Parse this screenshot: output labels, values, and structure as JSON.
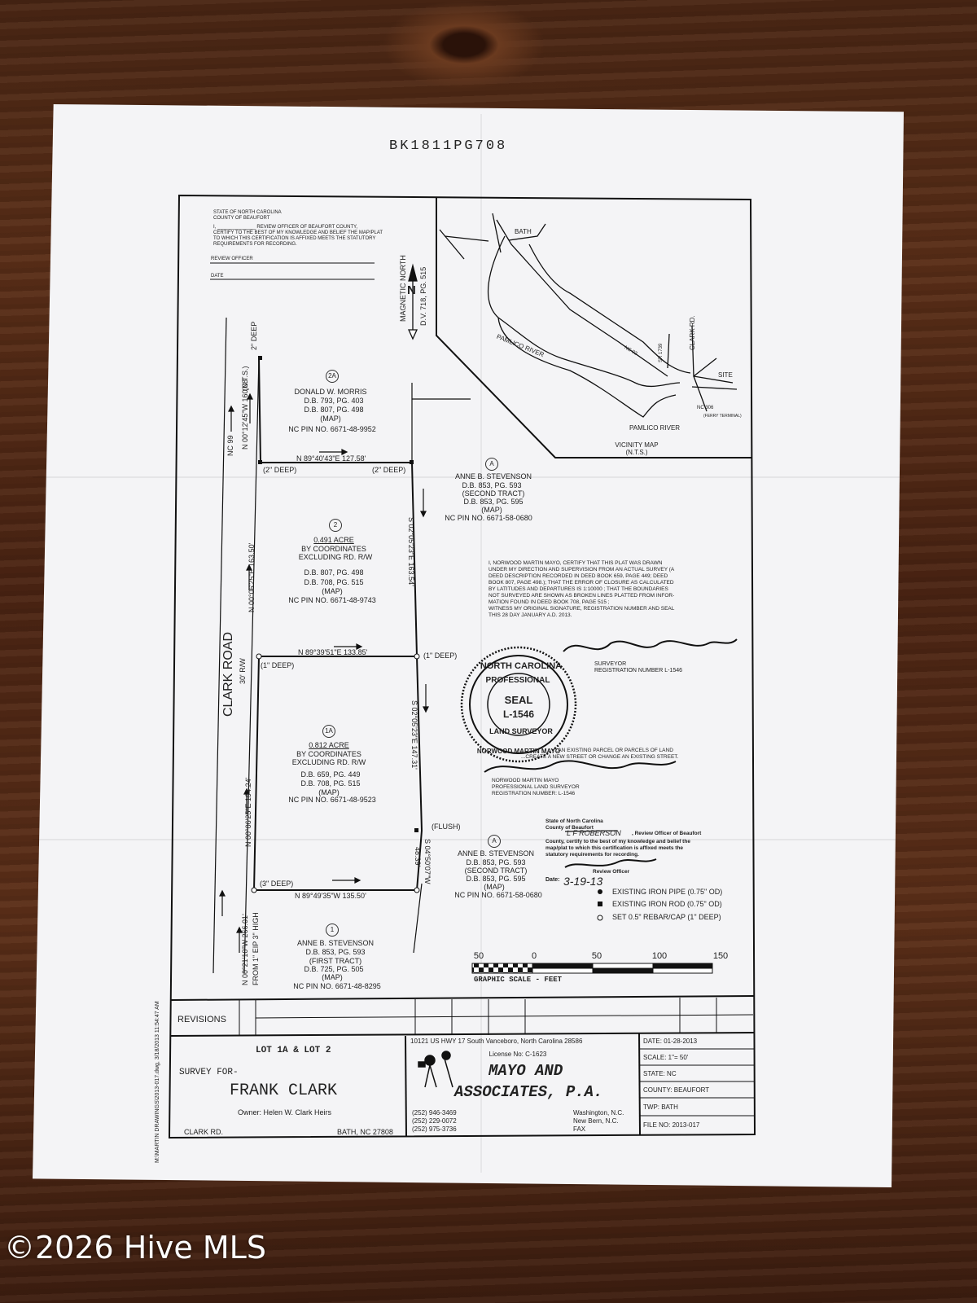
{
  "book_page": "BK1811PG708",
  "certificate": {
    "line1": "STATE OF NORTH CAROLINA",
    "line2": "COUNTY OF BEAUFORT",
    "line3": "I, ______________ REVIEW OFFICER OF BEAUFORT COUNTY,",
    "line4": "CERTIFY TO THE BEST OF MY KNOWLEDGE AND BELIEF THE MAP/PLAT",
    "line5": "TO WHICH THIS CERTIFICATION IS AFFIXED MEETS THE STATUTORY",
    "line6": "REQUIREMENTS FOR RECORDING.",
    "review_officer": "REVIEW OFFICER",
    "date": "DATE"
  },
  "north_arrow": {
    "label": "MAGNETIC NORTH",
    "n": "N",
    "dv": "D.V. 718, PG. 515"
  },
  "vicinity": {
    "bath": "BATH",
    "pamlico_river_1": "PAMLICO RIVER",
    "pamlico_river_2": "PAMLICO RIVER",
    "clark_rd": "CLARK RD.",
    "site": "SITE",
    "sr": "SR 1739",
    "nc92": "NC 92",
    "nc306": "NC 306",
    "ferry": "(FERRY TERMINAL)",
    "title": "VICINITY MAP",
    "nts": "(N.T.S.)"
  },
  "road": {
    "name": "CLARK ROAD",
    "rw": "30' R/W",
    "nc99": "NC 99"
  },
  "lots": {
    "lot2a": {
      "id": "2A",
      "owner": "DONALD W. MORRIS",
      "db1": "D.B. 793, PG. 403",
      "db2": "D.B. 807, PG. 498",
      "map": "(MAP)",
      "pin": "NC PIN NO. 6671-48-9952"
    },
    "lot2": {
      "id": "2",
      "area": "0.491 ACRE",
      "by": "BY COORDINATES",
      "excl": "EXCLUDING RD. R/W",
      "db1": "D.B. 807, PG. 498",
      "db2": "D.B. 708, PG. 515",
      "map": "(MAP)",
      "pin": "NC PIN NO. 6671-48-9743"
    },
    "lot1a": {
      "id": "1A",
      "area": "0.812 ACRE",
      "by": "BY COORDINATES",
      "excl": "EXCLUDING RD. R/W",
      "db1": "D.B. 659, PG. 449",
      "db2": "D.B. 708, PG. 515",
      "map": "(MAP)",
      "pin": "NC PIN NO. 6671-48-9523"
    },
    "lot1": {
      "id": "1",
      "owner": "ANNE B. STEVENSON",
      "db1": "D.B. 853, PG. 593",
      "tract": "(FIRST TRACT)",
      "db2": "D.B. 725, PG. 505",
      "map": "(MAP)",
      "pin": "NC PIN NO. 6671-48-8295"
    },
    "lotA_top": {
      "id": "A",
      "owner": "ANNE B. STEVENSON",
      "db1": "D.B. 853, PG. 593",
      "tract": "(SECOND TRACT)",
      "db2": "D.B. 853, PG. 595",
      "map": "(MAP)",
      "pin": "NC PIN NO. 6671-58-0680"
    },
    "lotA_bottom": {
      "id": "A",
      "owner": "ANNE B. STEVENSON",
      "db1": "D.B. 853, PG. 593",
      "tract": "(SECOND TRACT)",
      "db2": "D.B. 853, PG. 595",
      "map": "(MAP)",
      "pin": "NC PIN NO. 6671-58-0680"
    }
  },
  "bearings": {
    "b1": "N 89°40'43\"E 127.58'",
    "b2": "N 89°39'51\"E 133.85'",
    "b3": "N 89°49'35\"W 135.50'",
    "left_top": "N 00°12'45\"W 160.08'",
    "left_top_nts": "(N.T.S.)",
    "left_mid": "N 00°06'25\"E 163.50'",
    "left_low": "N 00°06'25\"E 194.24'",
    "left_bottom": "N 00°21'10\"W 266.01'",
    "left_bottom2": "FROM 1\" EIP 3\" HIGH",
    "right_top": "S 02°05'23\"E 163.54'",
    "right_mid": "S 02°05'23\"E 147.31'",
    "right_low": "S 04°50'07\"W",
    "right_low_dist": "48.39'",
    "deep2a": "(2\" DEEP)",
    "deep2b": "(2\" DEEP)",
    "deep2top": "2\" DEEP",
    "deep1a": "(1\" DEEP)",
    "deep1b": "(1\" DEEP)",
    "flush": "(FLUSH)",
    "deep3": "(3\" DEEP)"
  },
  "surveyor_cert": {
    "l1": "I, NORWOOD MARTIN MAYO, CERTIFY THAT THIS PLAT WAS DRAWN",
    "l2": "UNDER MY DIRECTION AND SUPERVISION FROM AN ACTUAL SURVEY (A",
    "l3": "DEED DESCRIPTION RECORDED IN DEED BOOK 659, PAGE 449; DEED",
    "l4": "BOOK 807, PAGE 498.); THAT THE ERROR OF CLOSURE AS CALCULATED",
    "l5": "BY LATITUDES AND DEPARTURES IS 1:10000 ; THAT THE BOUNDARIES",
    "l6": "NOT SURVEYED ARE SHOWN AS BROKEN LINES PLATTED FROM INFOR-",
    "l7": "MATION FOUND IN DEED BOOK 708, PAGE 515 ;",
    "l8": "WITNESS MY ORIGINAL SIGNATURE, REGISTRATION NUMBER AND SEAL",
    "l9": "THIS 28 DAY JANUARY A.D. 2013.",
    "signature": "Norwood Martin Mayo",
    "surveyor": "SURVEYOR",
    "reg": "REGISTRATION NUMBER L-1546"
  },
  "seal": {
    "state": "NORTH CAROLINA",
    "prof": "PROFESSIONAL",
    "seal": "SEAL",
    "num": "L-1546",
    "land": "LAND SURVEYOR",
    "name": "NORWOOD MARTIN MAYO"
  },
  "second_cert": {
    "l1": "...AN EXISTING PARCEL OR PARCELS OF LAND",
    "l2": "...CREATE A NEW STREET OR CHANGE AN EXISTING STREET.",
    "signature": "Norwood Martin Mayo",
    "n1": "NORWOOD MARTIN MAYO",
    "n2": "PROFESSIONAL LAND SURVEYOR",
    "n3": "REGISTRATION NUMBER: L-1546"
  },
  "review_cert": {
    "l1": "State of North Carolina",
    "l2": "County of Beaufort",
    "officer": "L F ROBERSON",
    "l3": ", Review Officer of Beaufort",
    "l4": "County, certify to the best of my knowledge and belief the",
    "l5": "map/plat to which this certification is affixed meets the",
    "l6": "statutory requirements for recording.",
    "review_officer": "Review Officer",
    "date_label": "Date:",
    "date": "3-19-13"
  },
  "legend": {
    "pipe": "EXISTING IRON PIPE (0.75\" OD)",
    "rod": "EXISTING IRON ROD (0.75\" OD)",
    "set": "SET 0.5\" REBAR/CAP (1\" DEEP)"
  },
  "scale": {
    "t0": "50",
    "t1": "0",
    "t2": "50",
    "t3": "100",
    "t4": "150",
    "label": "GRAPHIC SCALE - FEET"
  },
  "side_note": "M:\\MARTIN DRAWINGS\\2013-017.dwg, 3/18/2013 11:54:47 AM",
  "revisions": "REVISIONS",
  "title_block": {
    "lots": "LOT 1A & LOT 2",
    "survey_for": "SURVEY FOR-",
    "client": "FRANK CLARK",
    "owner": "Owner: Helen W. Clark Heirs",
    "road": "CLARK RD.",
    "city": "BATH, NC 27808",
    "address": "10121 US HWY 17 South Vanceboro, North Carolina 28586",
    "license": "License No: C-1623",
    "firm1": "MAYO AND",
    "firm2": "ASSOCIATES, P.A.",
    "ph1": "(252) 946-3469",
    "ph2": "(252) 229-0072",
    "ph3": "(252) 975-3736",
    "loc1": "Washington, N.C.",
    "loc2": "New Bern, N.C.",
    "loc3": "FAX",
    "date": "DATE: 01-28-2013",
    "scale": "SCALE: 1\"= 50'",
    "state": "STATE: NC",
    "county": "COUNTY: BEAUFORT",
    "twp": "TWP: BATH",
    "file": "FILE NO: 2013-017"
  },
  "watermark": "©2026 Hive MLS"
}
